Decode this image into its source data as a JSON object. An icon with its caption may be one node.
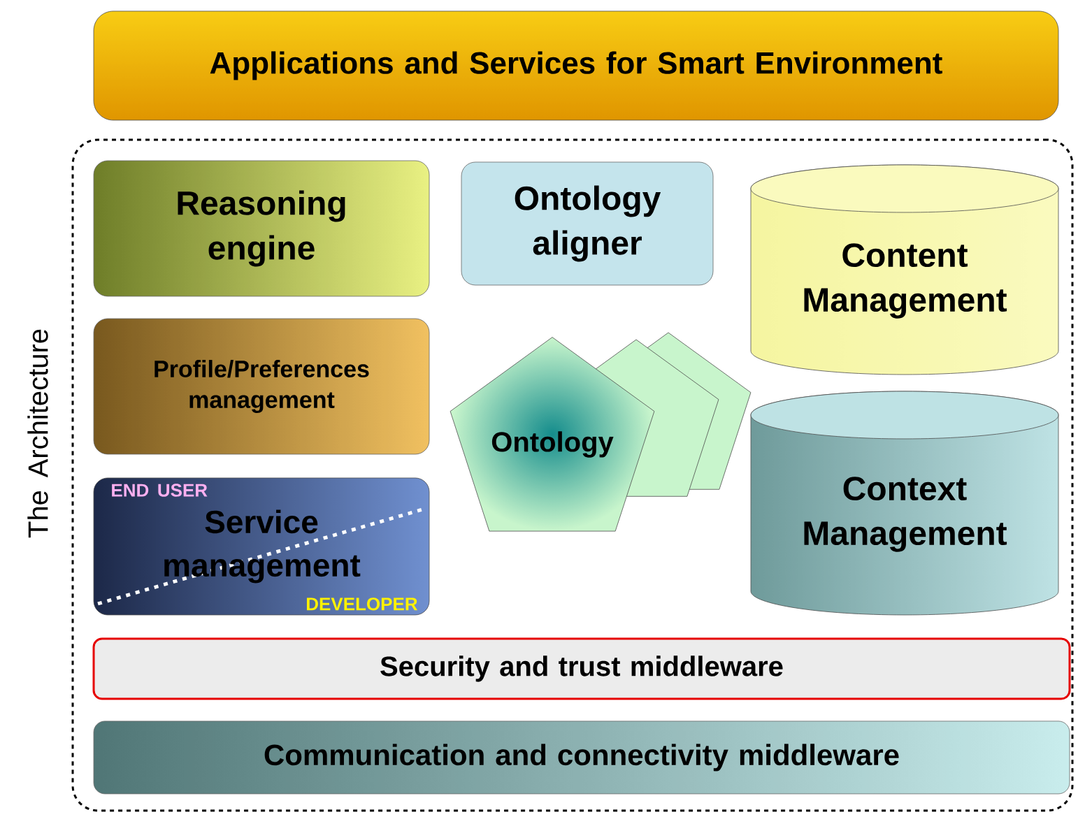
{
  "diagram": {
    "nodes": [
      {
        "text": [
          "Applications and Services for Smart Environment"
        ]
      },
      {
        "text": [
          "The Architecture"
        ]
      },
      {
        "text": [
          "Reasoning engine"
        ],
        "in": 1
      },
      {
        "text": [
          "Ontology aligner"
        ],
        "in": 1
      },
      {
        "text": [
          "Content Management"
        ],
        "in": 1
      },
      {
        "text": [
          "Profile/Preferences management"
        ],
        "in": 1
      },
      {
        "text": [],
        "shape": "pentagon",
        "in": 1
      },
      {
        "text": [],
        "shape": "pentagon",
        "in": 1
      },
      {
        "text": [
          "Ontology"
        ],
        "in": 1
      },
      {
        "text": [
          "Context Management"
        ],
        "in": 1
      },
      {
        "text": [
          "END USER",
          "Service management",
          "DEVELOPER"
        ],
        "in": 1
      },
      {
        "text": [
          "Security and trust middleware"
        ],
        "in": 1
      },
      {
        "text": [
          "Communication and connectivity middleware"
        ],
        "in": 1
      }
    ]
  }
}
